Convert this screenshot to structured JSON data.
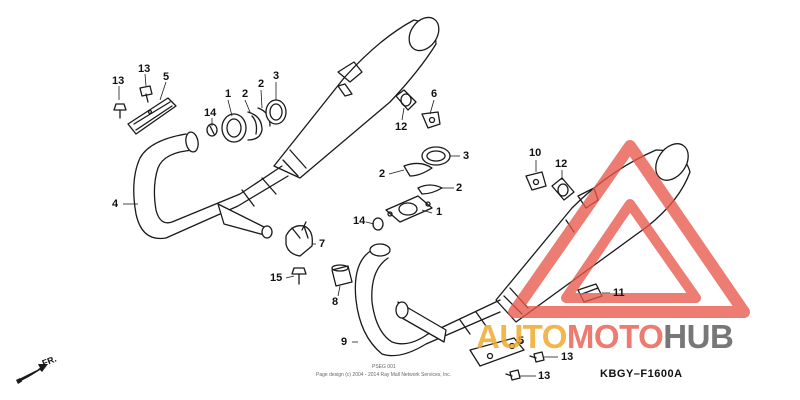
{
  "diagram": {
    "callouts": [
      {
        "id": "c13a",
        "text": "13"
      },
      {
        "id": "c13b",
        "text": "13"
      },
      {
        "id": "c5a",
        "text": "5"
      },
      {
        "id": "c14a",
        "text": "14"
      },
      {
        "id": "c1a",
        "text": "1"
      },
      {
        "id": "c2a",
        "text": "2"
      },
      {
        "id": "c2b",
        "text": "2"
      },
      {
        "id": "c3a",
        "text": "3"
      },
      {
        "id": "c4",
        "text": "4"
      },
      {
        "id": "c12a",
        "text": "12"
      },
      {
        "id": "c6",
        "text": "6"
      },
      {
        "id": "c3b",
        "text": "3"
      },
      {
        "id": "c2c",
        "text": "2"
      },
      {
        "id": "c2d",
        "text": "2"
      },
      {
        "id": "c14b",
        "text": "14"
      },
      {
        "id": "c1b",
        "text": "1"
      },
      {
        "id": "c10",
        "text": "10"
      },
      {
        "id": "c12b",
        "text": "12"
      },
      {
        "id": "c7",
        "text": "7"
      },
      {
        "id": "c15",
        "text": "15"
      },
      {
        "id": "c8",
        "text": "8"
      },
      {
        "id": "c11",
        "text": "11"
      },
      {
        "id": "c9",
        "text": "9"
      },
      {
        "id": "c5b",
        "text": "5"
      },
      {
        "id": "c13c",
        "text": "13"
      },
      {
        "id": "c13d",
        "text": "13"
      }
    ],
    "diagram_code": "KBGY–F1600A",
    "front_marker": "FR.",
    "copyright": "Page design (c) 2004 - 2014 Ray Mall Network Services, Inc.",
    "part_marking": "PSEG 001"
  },
  "watermark": {
    "part1": "AUTO",
    "part2": "MOTO",
    "part3": "HUB",
    "triangle_color": "#e8574a",
    "auto_color": "#eeaa2d",
    "moto_color": "#e85a4b",
    "hub_color": "#555555"
  }
}
